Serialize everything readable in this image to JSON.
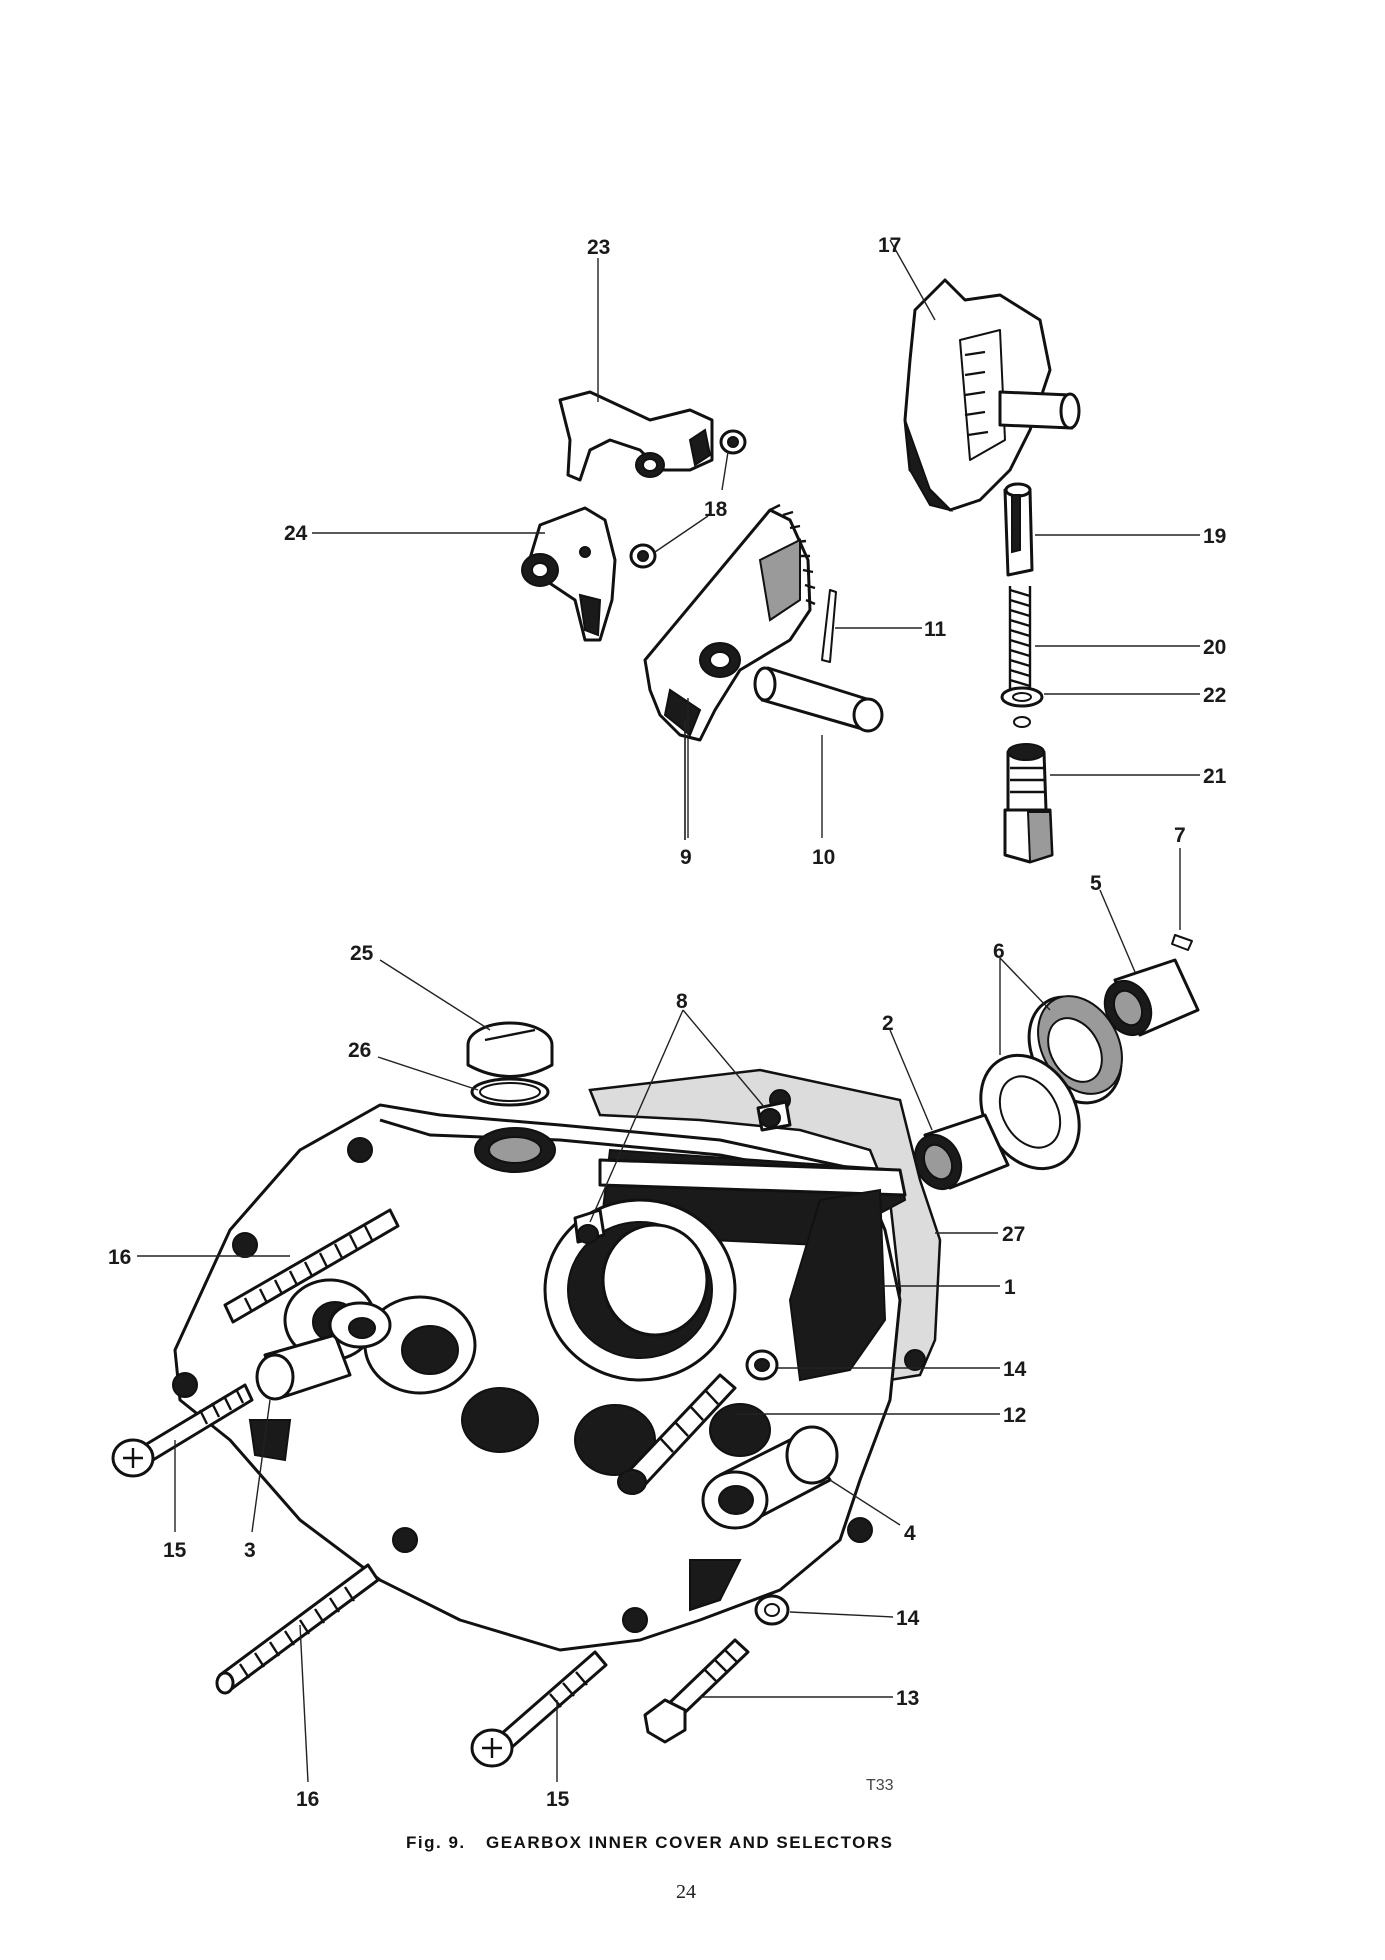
{
  "figure": {
    "number": "Fig. 9.",
    "title": "GEARBOX INNER COVER AND SELECTORS",
    "drawing_code": "T33",
    "page_number": "24"
  },
  "callouts": {
    "c1": "1",
    "c2": "2",
    "c3": "3",
    "c4": "4",
    "c5": "5",
    "c6": "6",
    "c7": "7",
    "c8": "8",
    "c9": "9",
    "c10": "10",
    "c11": "11",
    "c12": "12",
    "c13": "13",
    "c14a": "14",
    "c14b": "14",
    "c15a": "15",
    "c15b": "15",
    "c16a": "16",
    "c16b": "16",
    "c17": "17",
    "c18": "18",
    "c19": "19",
    "c20": "20",
    "c21": "21",
    "c22": "22",
    "c23": "23",
    "c24": "24",
    "c25": "25",
    "c26": "26",
    "c27": "27"
  }
}
